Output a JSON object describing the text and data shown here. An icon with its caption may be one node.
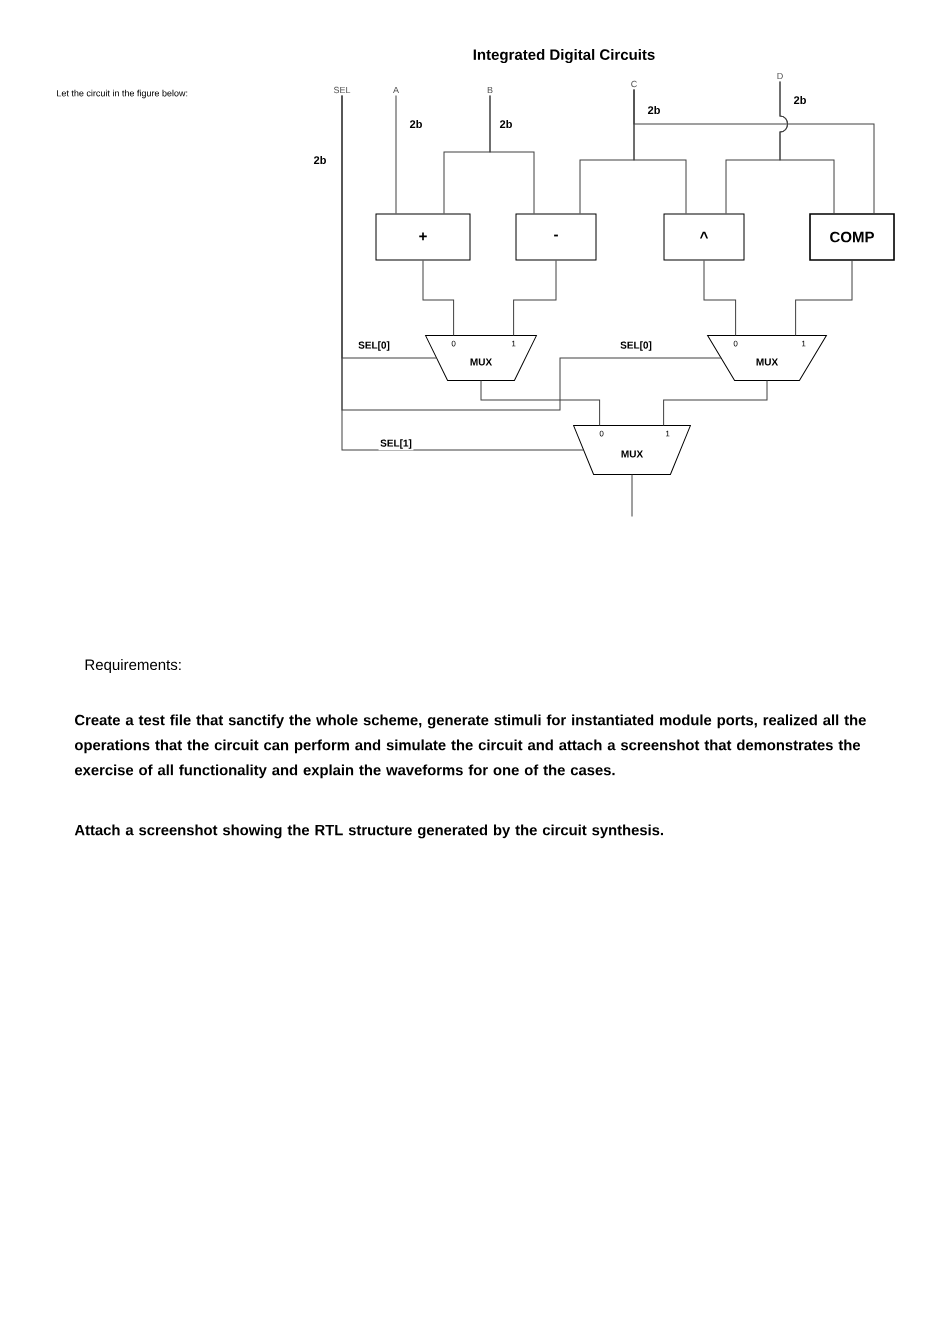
{
  "diagram": {
    "title": "Integrated Digital Circuits",
    "nodes": [
      {
        "text": [
          "SEL"
        ]
      },
      {
        "text": [
          "A"
        ]
      },
      {
        "text": [
          "B"
        ]
      },
      {
        "text": [
          "C"
        ]
      },
      {
        "text": [
          "D"
        ]
      },
      {
        "text": [
          "+"
        ]
      },
      {
        "text": [
          "-"
        ]
      },
      {
        "text": [
          "^"
        ]
      },
      {
        "text": [
          "COMP"
        ]
      },
      {
        "text": [
          "0",
          "1",
          "MUX"
        ]
      },
      {
        "text": [
          "0",
          "1",
          "MUX"
        ]
      },
      {
        "text": [
          "0",
          "1",
          "MUX"
        ]
      }
    ],
    "edges": [
      {
        "from": 1,
        "to": 5,
        "arrow": "none"
      },
      {
        "from": 2,
        "to": 5,
        "arrow": "none"
      },
      {
        "from": 2,
        "to": 6,
        "arrow": "none"
      },
      {
        "from": 3,
        "to": 6,
        "arrow": "none"
      },
      {
        "from": 3,
        "to": 7,
        "arrow": "none"
      },
      {
        "from": 3,
        "to": 8,
        "arrow": "none"
      },
      {
        "from": 4,
        "to": 7,
        "arrow": "none"
      },
      {
        "from": 4,
        "to": 8,
        "arrow": "none"
      },
      {
        "from": 5,
        "to": 9,
        "arrow": "none"
      },
      {
        "from": 6,
        "to": 9,
        "arrow": "none"
      },
      {
        "from": 7,
        "to": 10,
        "arrow": "none"
      },
      {
        "from": 8,
        "to": 10,
        "arrow": "none"
      },
      {
        "from": 9,
        "to": 11,
        "arrow": "none"
      },
      {
        "from": 10,
        "to": 11,
        "arrow": "none"
      },
      {
        "from": 0,
        "to": 9,
        "arrow": "none",
        "label": "SEL[0]"
      },
      {
        "from": 0,
        "to": 10,
        "arrow": "none",
        "label": "SEL[0]"
      },
      {
        "from": 0,
        "to": 11,
        "arrow": "none",
        "label": "SEL[1]"
      },
      {
        "from": 11,
        "to": null,
        "arrow": "none"
      }
    ],
    "labels": [
      "Let the circuit in the figure below:",
      "2b",
      "2b",
      "2b",
      "2b",
      "2b",
      "Requirements:",
      "Create a test file that sanctify the whole scheme, generate stimuli for instantiated module ports, realized all the operations that the circuit can perform and simulate the circuit and attach a screenshot that demonstrates the exercise of all functionality and explain the waveforms for one of the cases.",
      "Attach a screenshot showing the RTL structure generated by the circuit synthesis."
    ]
  }
}
